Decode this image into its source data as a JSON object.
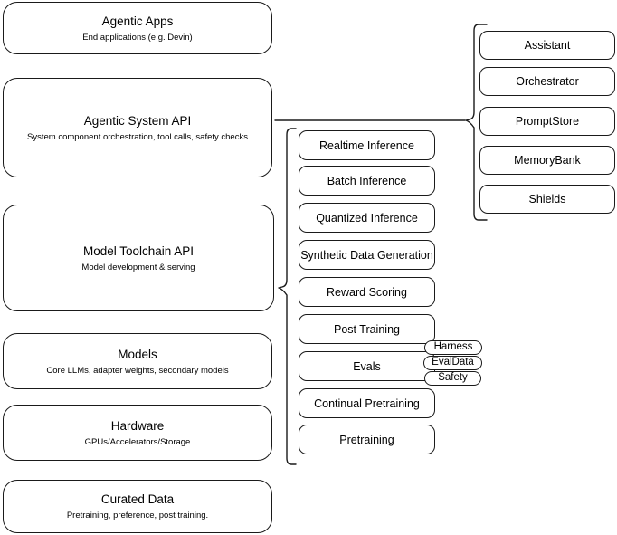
{
  "diagram": {
    "layers": [
      {
        "title": "Agentic Apps",
        "sub": "End applications (e.g. Devin)"
      },
      {
        "title": "Agentic System API",
        "sub": "System component orchestration, tool calls, safety checks"
      },
      {
        "title": "Model Toolchain API",
        "sub": "Model development & serving"
      },
      {
        "title": "Models",
        "sub": "Core LLMs, adapter weights, secondary models"
      },
      {
        "title": "Hardware",
        "sub": "GPUs/Accelerators/Storage"
      },
      {
        "title": "Curated Data",
        "sub": "Pretraining, preference, post training."
      }
    ],
    "toolchain_capabilities": [
      {
        "label": "Realtime Inference"
      },
      {
        "label": "Batch Inference"
      },
      {
        "label": "Quantized Inference"
      },
      {
        "label": "Synthetic Data Generation"
      },
      {
        "label": "Reward Scoring"
      },
      {
        "label": "Post Training"
      },
      {
        "label": "Evals"
      },
      {
        "label": "Continual Pretraining"
      },
      {
        "label": "Pretraining"
      }
    ],
    "evals_subcomponents": [
      {
        "label": "Harness"
      },
      {
        "label": "EvalData"
      },
      {
        "label": "Safety"
      }
    ],
    "system_components": [
      {
        "label": "Assistant"
      },
      {
        "label": "Orchestrator"
      },
      {
        "label": "PromptStore"
      },
      {
        "label": "MemoryBank"
      },
      {
        "label": "Shields"
      }
    ],
    "colors": {
      "stroke": "#1a1a1a",
      "fill": "#ffffff"
    }
  }
}
